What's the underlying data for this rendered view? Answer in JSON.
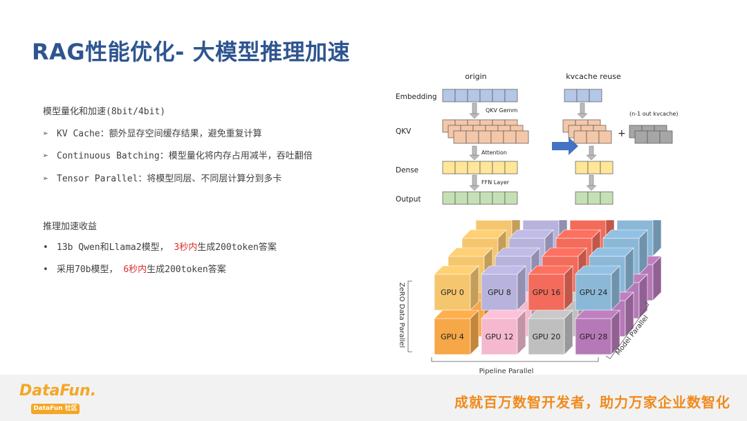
{
  "title": "RAG性能优化- 大模型推理加速",
  "section1": {
    "heading": "模型量化和加速(8bit/4bit)",
    "bullet_symbol": "➢",
    "items": [
      {
        "text": "KV Cache：额外显存空间缓存结果，避免重复计算"
      },
      {
        "text": "Continuous Batching：模型量化将内存占用减半，吞吐翻倍"
      },
      {
        "text": "Tensor Parallel：将模型同层、不同层计算分到多卡"
      }
    ]
  },
  "section2": {
    "heading": "推理加速收益",
    "bullet_symbol": "•",
    "items": [
      {
        "pre": "13b Qwen和Llama2模型， ",
        "highlight": "3秒内",
        "post": "生成200token答案"
      },
      {
        "pre": "采用70b模型， ",
        "highlight": "6秒内",
        "post": "生成200token答案"
      }
    ]
  },
  "kv_diagram": {
    "col_origin": "origin",
    "col_reuse": "kvcache reuse",
    "rows": [
      "Embedding",
      "QKV",
      "Dense",
      "Output"
    ],
    "arrows": [
      "QKV Gemm",
      "Attention",
      "FFN Layer"
    ],
    "note": "(n-1 out kvcache)",
    "plus": "+",
    "colors": {
      "embedding": "#b4c7e7",
      "qkv": "#f4c7a9",
      "dense": "#ffe699",
      "output": "#c5e0b4",
      "cache": "#a6a6a6",
      "arrow": "#4472c4"
    }
  },
  "parallel_diagram": {
    "gpus": [
      "GPU 0",
      "GPU 8",
      "GPU 16",
      "GPU 24",
      "GPU 4",
      "GPU 12",
      "GPU 20",
      "GPU 28"
    ],
    "colors": [
      "#f5c66e",
      "#b7b3dc",
      "#f26b5b",
      "#8cb8d8",
      "#f6a747",
      "#f4b8cf",
      "#bfbfbf",
      "#b679b8"
    ],
    "label_left": "ZeRO Data Parallel",
    "label_bottom": "Pipeline Parallel",
    "label_right": "Model Parallel"
  },
  "footer": {
    "logo": "DataFun.",
    "logo_sub": "DataFun 社区",
    "slogan": "成就百万数智开发者，助力万家企业数智化"
  }
}
